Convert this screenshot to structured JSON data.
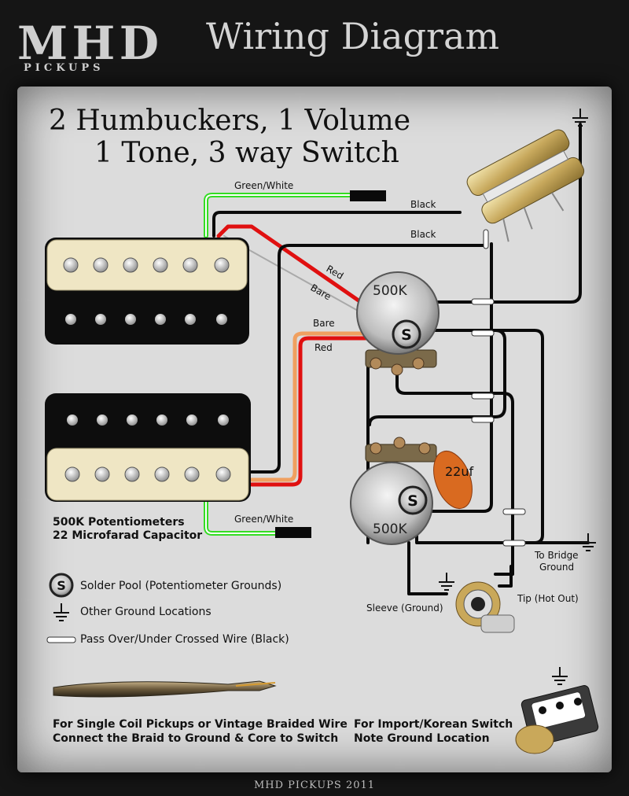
{
  "brand": {
    "logo": "MHD",
    "logo_sub": "PICKUPS"
  },
  "header": {
    "title": "Wiring Diagram"
  },
  "diagram": {
    "title_line1": "2 Humbuckers, 1 Volume",
    "title_line2": "1 Tone, 3 way Switch"
  },
  "wire_labels": {
    "green_white_top": "Green/White",
    "black_1": "Black",
    "black_2": "Black",
    "red_1": "Red",
    "bare_1": "Bare",
    "bare_2": "Bare",
    "red_2": "Red",
    "green_white_bottom": "Green/White",
    "to_bridge_ground_1": "To Bridge",
    "to_bridge_ground_2": "Ground",
    "tip": "Tip (Hot Out)",
    "sleeve": "Sleeve (Ground)"
  },
  "components": {
    "volume_pot": "500K",
    "tone_pot": "500K",
    "capacitor": "22uf",
    "solder_symbol": "S"
  },
  "specs": {
    "line1": "500K Potentiometers",
    "line2": "22 Microfarad Capacitor"
  },
  "legend": {
    "solder_pool": "Solder Pool (Potentiometer Grounds)",
    "other_ground": "Other Ground Locations",
    "pass_over": "Pass Over/Under Crossed Wire (Black)"
  },
  "notes": {
    "braid_line1": "For Single Coil Pickups or Vintage Braided Wire",
    "braid_line2": "Connect the Braid to Ground & Core to Switch",
    "import_line1": "For Import/Korean Switch",
    "import_line2": "Note Ground Location"
  },
  "footer": {
    "text": "MHD PICKUPS 2011"
  },
  "colors": {
    "wire_black": "#0a0a0a",
    "wire_red": "#e01010",
    "wire_green": "#33dd22",
    "wire_bare": "#f0a060",
    "pickup_cream": "#efe6c4",
    "pickup_black": "#111111"
  }
}
